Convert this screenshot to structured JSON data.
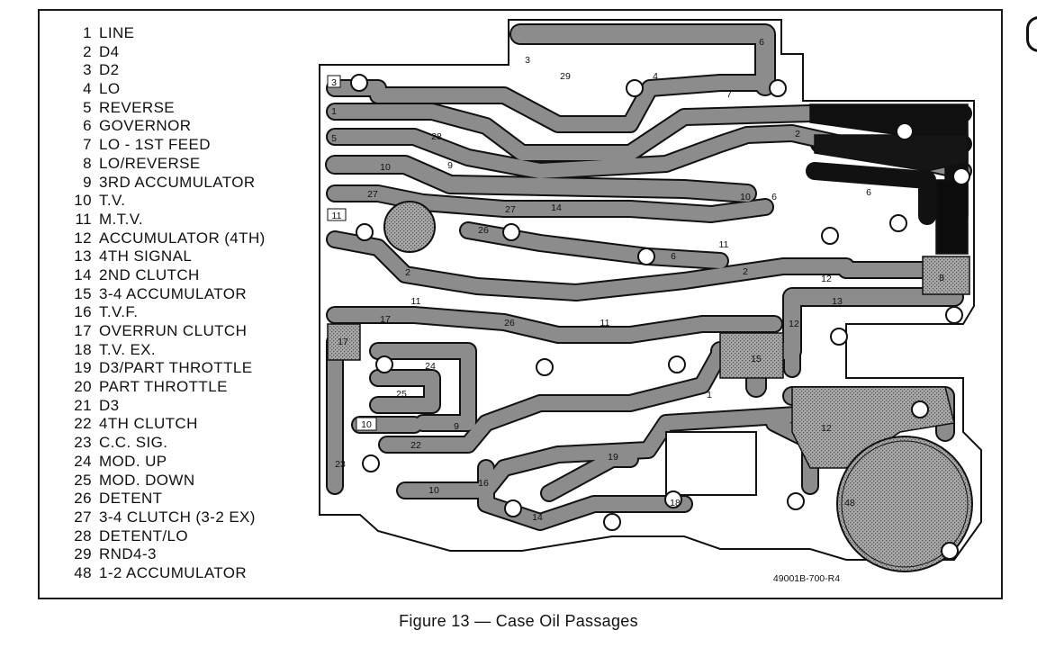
{
  "legend": [
    {
      "num": "1",
      "label": "LINE"
    },
    {
      "num": "2",
      "label": "D4"
    },
    {
      "num": "3",
      "label": "D2"
    },
    {
      "num": "4",
      "label": "LO"
    },
    {
      "num": "5",
      "label": "REVERSE"
    },
    {
      "num": "6",
      "label": "GOVERNOR"
    },
    {
      "num": "7",
      "label": "LO - 1ST FEED"
    },
    {
      "num": "8",
      "label": "LO/REVERSE"
    },
    {
      "num": "9",
      "label": "3RD ACCUMULATOR"
    },
    {
      "num": "10",
      "label": "T.V."
    },
    {
      "num": "11",
      "label": "M.T.V."
    },
    {
      "num": "12",
      "label": "ACCUMULATOR (4TH)"
    },
    {
      "num": "13",
      "label": "4TH SIGNAL"
    },
    {
      "num": "14",
      "label": "2ND CLUTCH"
    },
    {
      "num": "15",
      "label": "3-4 ACCUMULATOR"
    },
    {
      "num": "16",
      "label": "T.V.F."
    },
    {
      "num": "17",
      "label": "OVERRUN CLUTCH"
    },
    {
      "num": "18",
      "label": "T.V. EX."
    },
    {
      "num": "19",
      "label": "D3/PART THROTTLE"
    },
    {
      "num": "20",
      "label": "PART THROTTLE"
    },
    {
      "num": "21",
      "label": "D3"
    },
    {
      "num": "22",
      "label": "4TH CLUTCH"
    },
    {
      "num": "23",
      "label": "C.C. SIG."
    },
    {
      "num": "24",
      "label": "MOD. UP"
    },
    {
      "num": "25",
      "label": "MOD. DOWN"
    },
    {
      "num": "26",
      "label": "DETENT"
    },
    {
      "num": "27",
      "label": "3-4 CLUTCH (3-2 EX)"
    },
    {
      "num": "28",
      "label": "DETENT/LO"
    },
    {
      "num": "29",
      "label": "RND4-3"
    },
    {
      "num": "48",
      "label": "1-2 ACCUMULATOR"
    }
  ],
  "diagram": {
    "part_number": "49001B-700-R4",
    "passage_labels": [
      "6",
      "3",
      "29",
      "4",
      "7",
      "3",
      "1",
      "28",
      "5",
      "8",
      "2",
      "9",
      "10",
      "27",
      "6",
      "10",
      "14",
      "27",
      "11",
      "26",
      "11",
      "6",
      "2",
      "12",
      "8",
      "2",
      "11",
      "13",
      "17",
      "26",
      "11",
      "12",
      "17",
      "15",
      "24",
      "1",
      "25",
      "10",
      "9",
      "12",
      "22",
      "23",
      "19",
      "10",
      "16",
      "18",
      "14",
      "48",
      "5",
      "6"
    ]
  },
  "caption": "Figure 13 — Case Oil Passages"
}
